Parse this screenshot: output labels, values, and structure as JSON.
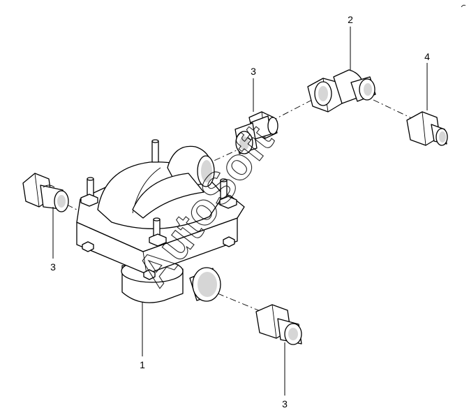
{
  "callouts": {
    "valve_body": "1",
    "elbow_fitting": "2",
    "plug_upper": "3",
    "plug_left": "3",
    "plug_lower": "3",
    "straight_fitting": "4"
  },
  "watermark": "AutoSoft"
}
